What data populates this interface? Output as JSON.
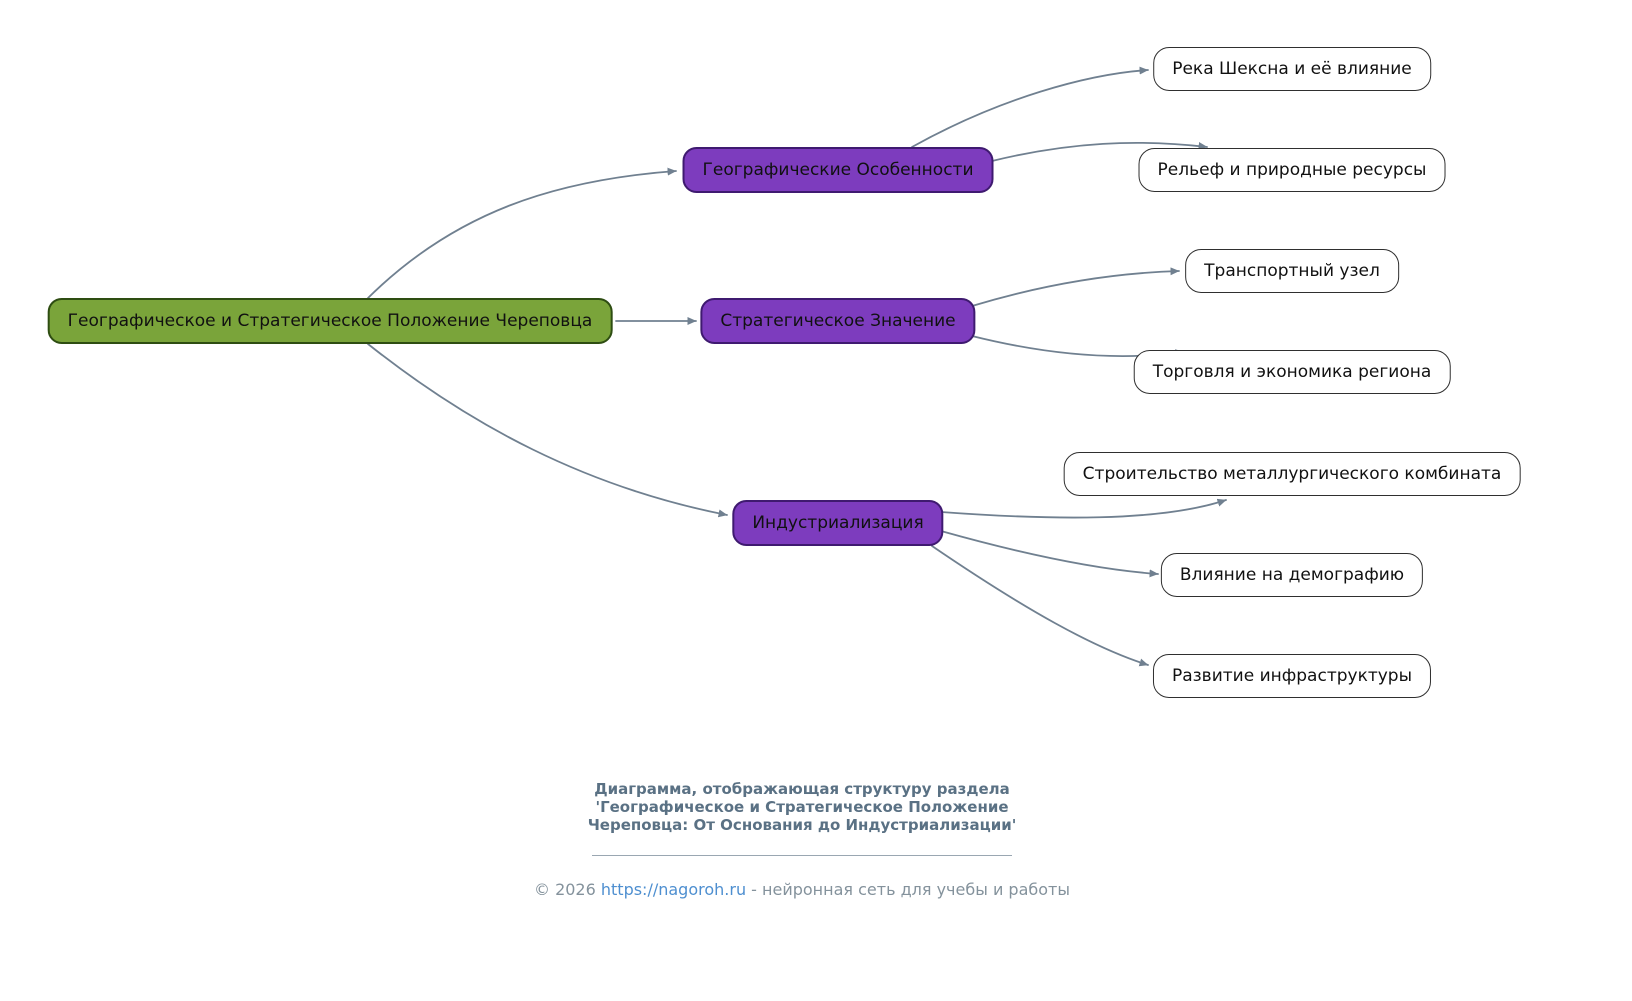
{
  "mindmap": {
    "root": {
      "label": "Географическое и Стратегическое Положение Череповца"
    },
    "branches": [
      {
        "label": "Географические Особенности",
        "children": [
          {
            "label": "Река Шексна и её влияние"
          },
          {
            "label": "Рельеф и природные ресурсы"
          }
        ]
      },
      {
        "label": "Стратегическое Значение",
        "children": [
          {
            "label": "Транспортный узел"
          },
          {
            "label": "Торговля и экономика региона"
          }
        ]
      },
      {
        "label": "Индустриализация",
        "children": [
          {
            "label": "Строительство металлургического комбината"
          },
          {
            "label": "Влияние на демографию"
          },
          {
            "label": "Развитие инфраструктуры"
          }
        ]
      }
    ]
  },
  "caption": {
    "lines": [
      "Диаграмма, отображающая структуру раздела",
      "'Географическое и Стратегическое Положение",
      "Череповца: От Основания до Индустриализации'"
    ]
  },
  "footer": {
    "copyright": "© 2026 ",
    "link": "https://nagoroh.ru",
    "suffix": " - нейронная сеть для учебы и работы"
  },
  "colors": {
    "root_fill": "#7aa43a",
    "root_stroke": "#2e4d12",
    "branch_fill": "#7d3cbe",
    "branch_stroke": "#3f1a70",
    "leaf_fill": "#ffffff",
    "leaf_stroke": "#2f2f2f",
    "edge_color": "#708090",
    "caption_color": "#5a7184",
    "footer_color": "#84929c",
    "link_color": "#4e8fd0"
  }
}
